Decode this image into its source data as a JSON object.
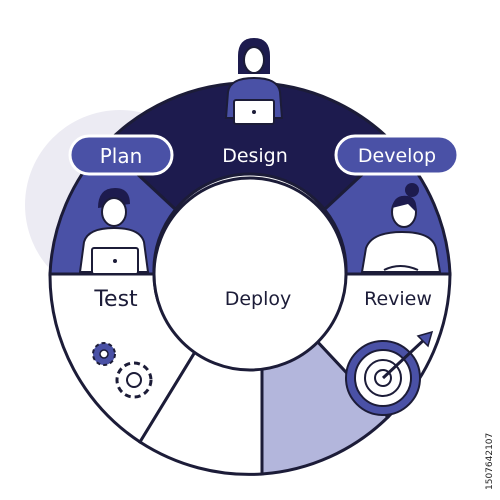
{
  "diagram": {
    "labels": {
      "plan": "Plan",
      "design": "Design",
      "develop": "Develop",
      "test": "Test",
      "deploy": "Deploy",
      "review": "Review"
    },
    "side_id": "1507642107"
  },
  "colors": {
    "navy": "#1d1b4e",
    "blue": "#4a51a6",
    "lavender": "#b3b6dc",
    "stroke": "#1c1c38",
    "white": "#ffffff",
    "halo": "#ecebf3"
  },
  "icons": [
    "person-with-laptop-icon",
    "gears-icon",
    "target-with-arrow-icon"
  ]
}
